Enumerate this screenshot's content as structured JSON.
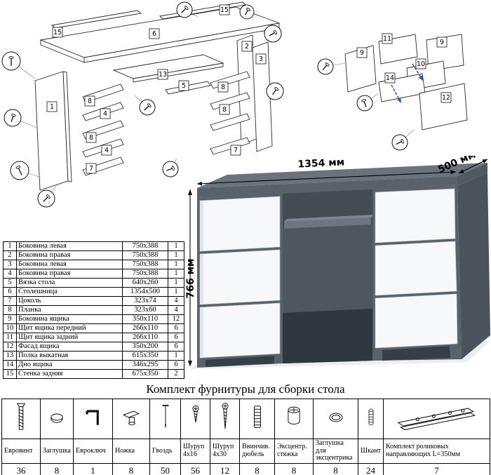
{
  "diagrams": {
    "main_exploded": {
      "part_labels": [
        "15",
        "6",
        "15",
        "13",
        "1",
        "8",
        "4",
        "8",
        "4",
        "7",
        "2",
        "3",
        "8",
        "8",
        "7",
        "5"
      ]
    },
    "drawer_exploded": {
      "part_labels": [
        "11",
        "9",
        "9",
        "10",
        "14",
        "12"
      ],
      "arrow_color": "#2b50d0"
    }
  },
  "desk": {
    "width_label": "1354 мм",
    "depth_label": "500 мм",
    "height_label": "766 мм",
    "colors": {
      "top": "#6a727c",
      "body": "#59616b",
      "side": "#4a525b",
      "drawer": "#f7f8f9",
      "recess": "#444b53",
      "plinth": "#373e46",
      "tray": "#6d7580",
      "shadow": "#dfe2e5"
    }
  },
  "parts_table": {
    "rows": [
      {
        "num": "1",
        "name": "Боковина левая",
        "size": "750x388",
        "qty": "1"
      },
      {
        "num": "2",
        "name": "Боковина правая",
        "size": "750x388",
        "qty": "1"
      },
      {
        "num": "3",
        "name": "Боковина левая",
        "size": "750x388",
        "qty": "1"
      },
      {
        "num": "4",
        "name": "Боковина правая",
        "size": "750x388",
        "qty": "1"
      },
      {
        "num": "5",
        "name": "Вязка стола",
        "size": "640x260",
        "qty": "1"
      },
      {
        "num": "6",
        "name": "Столешница",
        "size": "1354x500",
        "qty": "1"
      },
      {
        "num": "7",
        "name": "Цоколь",
        "size": "323x74",
        "qty": "4"
      },
      {
        "num": "8",
        "name": "Планка",
        "size": "323x60",
        "qty": "4"
      },
      {
        "num": "9",
        "name": "Боковина ящика",
        "size": "350x110",
        "qty": "12"
      },
      {
        "num": "10",
        "name": "Щит ящика передний",
        "size": "266x110",
        "qty": "6"
      },
      {
        "num": "11",
        "name": "Щит ящика задний",
        "size": "266x110",
        "qty": "6"
      },
      {
        "num": "12",
        "name": "Фасад ящика",
        "size": "350x200",
        "qty": "6"
      },
      {
        "num": "13",
        "name": "Полка выкатная",
        "size": "615x350",
        "qty": "1"
      },
      {
        "num": "14",
        "name": "Дно ящика",
        "size": "346x295",
        "qty": "6"
      },
      {
        "num": "15",
        "name": "Стенка задняя",
        "size": "675x350",
        "qty": "2"
      }
    ]
  },
  "hardware_section": {
    "title": "Комплект фурнитуры для сборки стола",
    "items": [
      {
        "name": "Евровинт",
        "qty": "36",
        "icon": "euro-screw-icon"
      },
      {
        "name": "Заглушка",
        "qty": "8",
        "icon": "cap-plug-icon"
      },
      {
        "name": "Евроключ",
        "qty": "1",
        "icon": "hex-key-icon"
      },
      {
        "name": "Ножка",
        "qty": "8",
        "icon": "furniture-leg-icon"
      },
      {
        "name": "Гвоздь",
        "qty": "50",
        "icon": "nail-icon"
      },
      {
        "name": "Шуруп 4x16",
        "qty": "56",
        "icon": "screw-4x16-icon"
      },
      {
        "name": "Шуруп 4x30",
        "qty": "12",
        "icon": "screw-4x30-icon"
      },
      {
        "name": "Ввинчив. дюбель",
        "qty": "8",
        "icon": "screw-in-dowel-icon"
      },
      {
        "name": "Эксцентр. стяжка",
        "qty": "8",
        "icon": "cam-lock-icon"
      },
      {
        "name": "Заглушка для эксцентрика",
        "qty": "8",
        "icon": "cam-cap-icon"
      },
      {
        "name": "Шкант",
        "qty": "24",
        "icon": "wood-dowel-icon"
      },
      {
        "name": "Комплект роликовых направляющих L=350мм",
        "qty": "7",
        "icon": "roller-guides-icon"
      }
    ]
  }
}
